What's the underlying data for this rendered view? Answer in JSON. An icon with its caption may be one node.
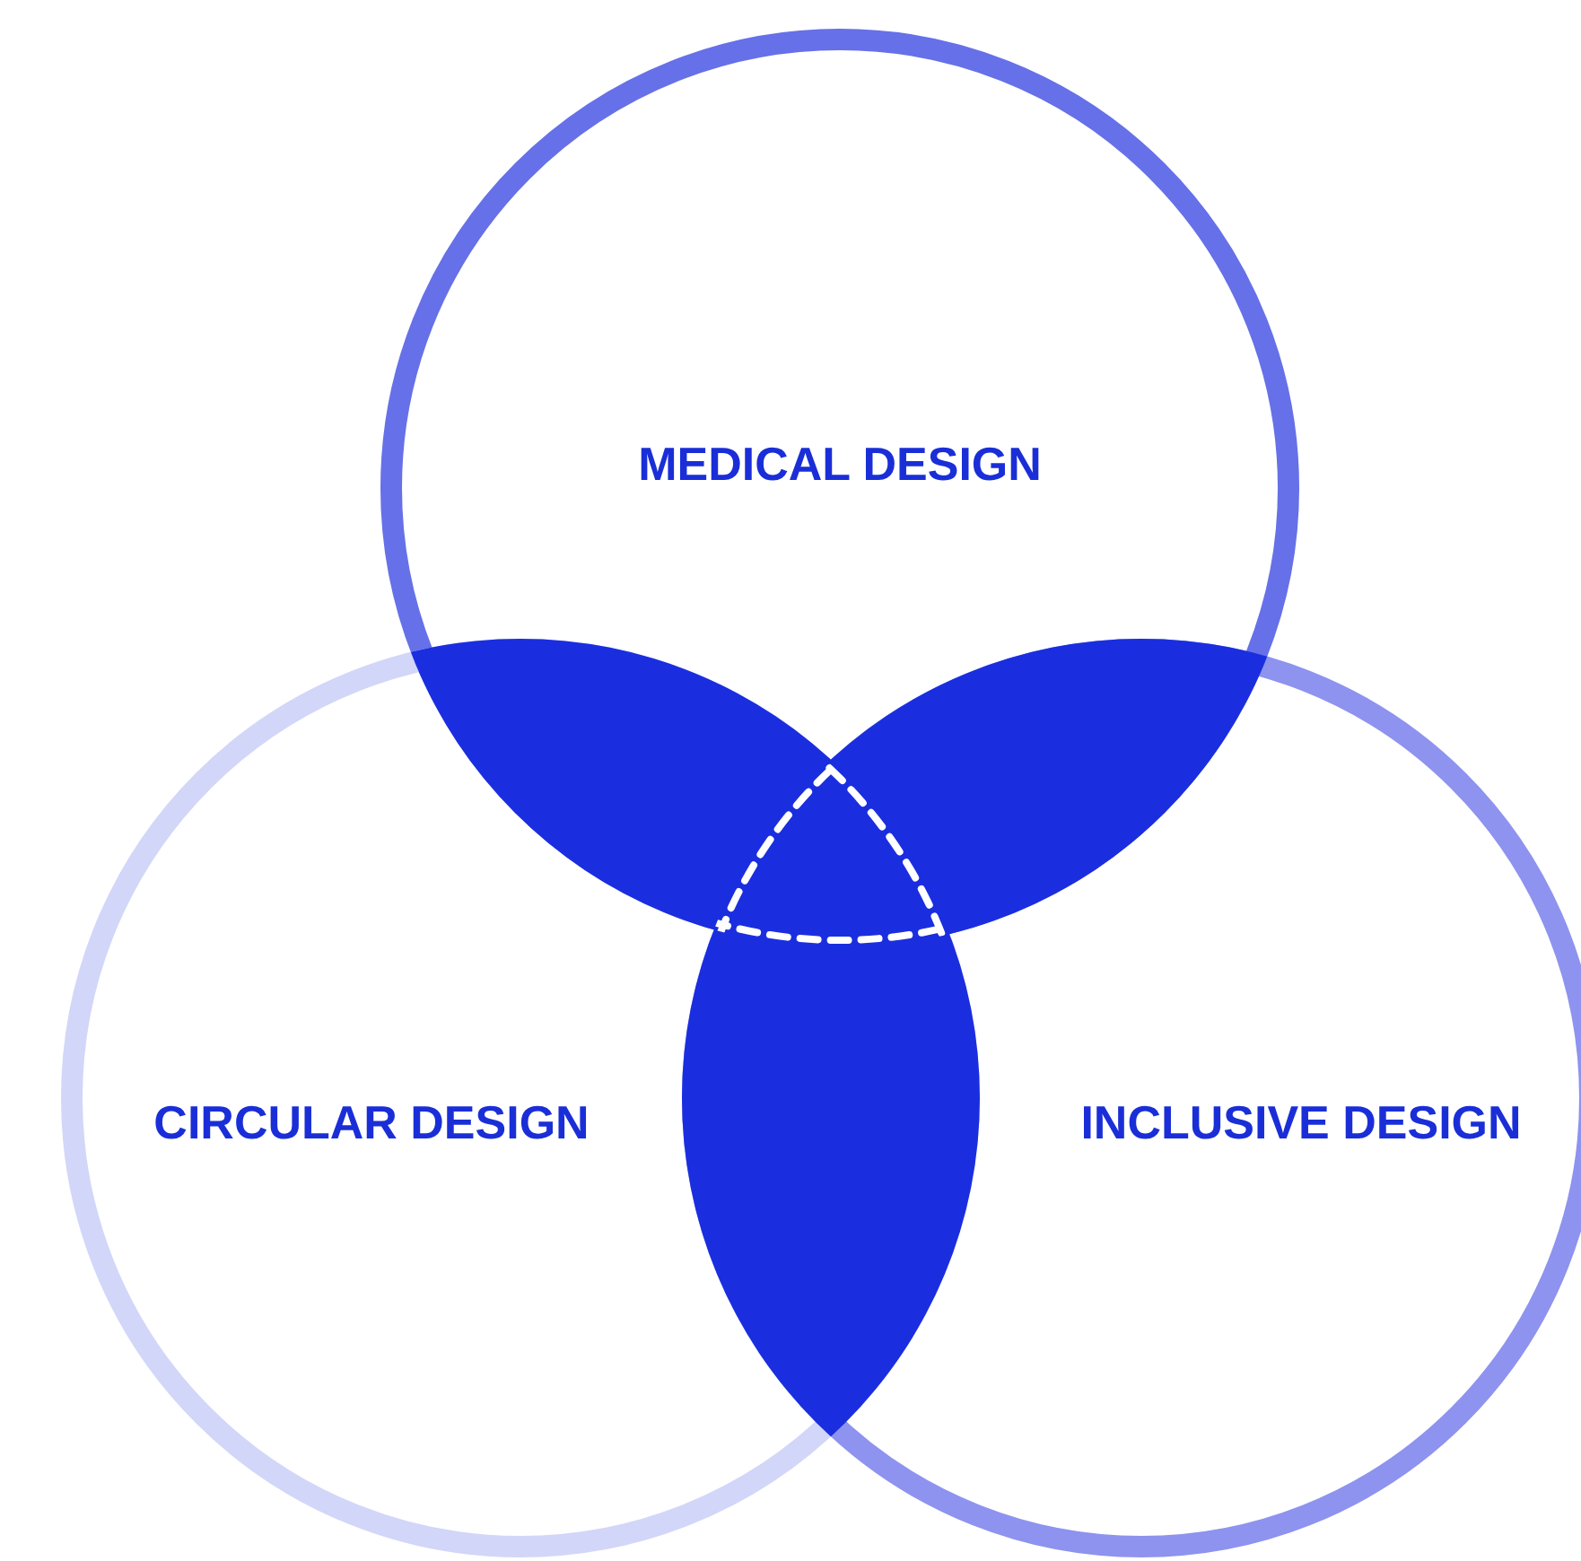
{
  "diagram": {
    "nodes": [
      {
        "text": [
          "MEDICAL DESIGN"
        ]
      },
      {
        "text": [
          "CIRCULAR DESIGN"
        ]
      },
      {
        "text": [
          "INCLUSIVE DESIGN"
        ]
      }
    ]
  }
}
